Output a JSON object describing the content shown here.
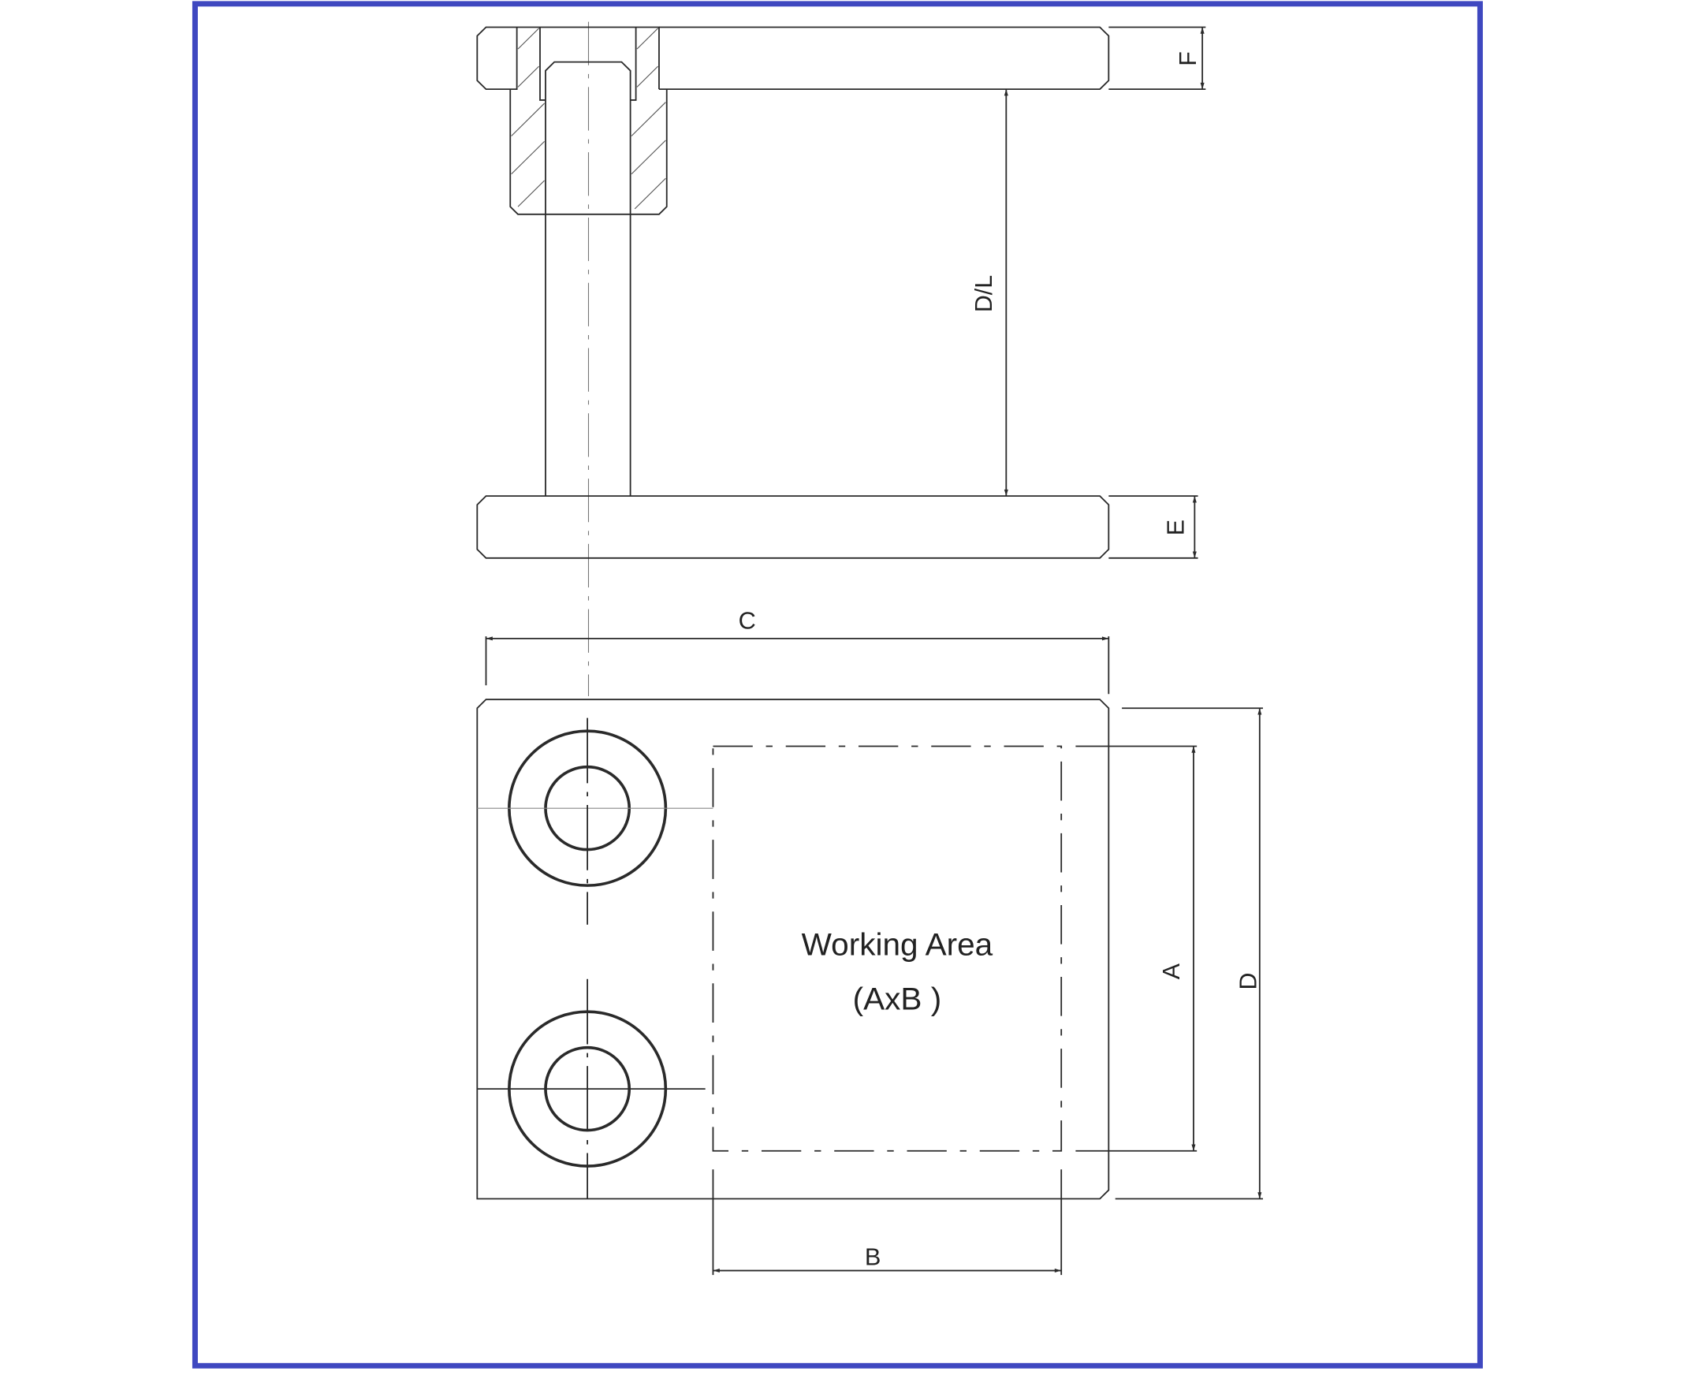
{
  "drawing": {
    "border_color": "#3f48c0",
    "labels": {
      "f": "F",
      "dl": "D/L",
      "e": "E",
      "c": "C",
      "a": "A",
      "d": "D",
      "b": "B"
    },
    "working_area": {
      "title": "Working Area",
      "subtitle": "(AxB )"
    }
  }
}
